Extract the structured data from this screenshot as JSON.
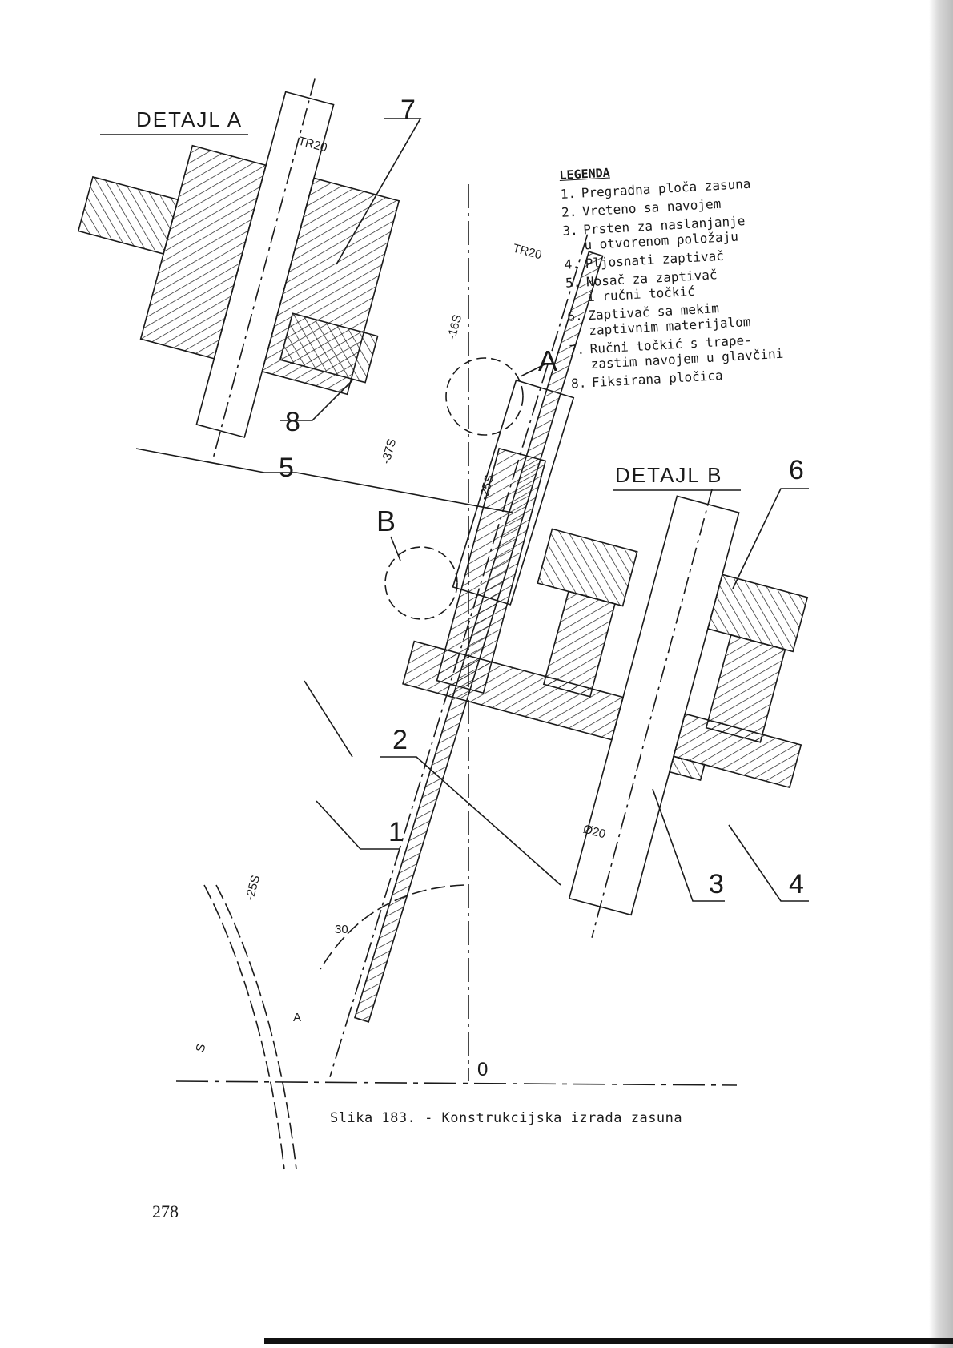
{
  "figure": {
    "detail_a_label": "DETAJL A",
    "detail_b_label": "DETAJL B",
    "part_labels": [
      "1",
      "2",
      "3",
      "4",
      "5",
      "6",
      "7",
      "8"
    ],
    "dimensions": {
      "tr20_a": "TR20",
      "tr20_b": "TR20",
      "d16s": "-16S",
      "d37s": "-37S",
      "d25s_upper": "-25S",
      "d25s_lower": "-25S",
      "phi20": "Ø20",
      "angle30": "30",
      "s": "S",
      "origin": "0",
      "point_a": "A",
      "circle_a": "A",
      "circle_b": "B"
    }
  },
  "legend": {
    "title": "LEGENDA",
    "items": [
      {
        "num": "1.",
        "text": "Pregradna ploča zasuna"
      },
      {
        "num": "2.",
        "text": "Vreteno sa navojem"
      },
      {
        "num": "3.",
        "text": "Prsten za naslanjanje\nu otvorenom položaju"
      },
      {
        "num": "4.",
        "text": "Pljosnati zaptivač"
      },
      {
        "num": "5.",
        "text": "Nosač za zaptivač\ni ručni točkić"
      },
      {
        "num": "6.",
        "text": "Zaptivač sa mekim\nzaptivnim materijalom"
      },
      {
        "num": "7.",
        "text": "Ručni točkić s trape-\nzastim navojem u glavčini"
      },
      {
        "num": "8.",
        "text": "Fiksirana pločica"
      }
    ]
  },
  "caption": "Slika 183. - Konstrukcijska izrada zasuna",
  "page_number": "278"
}
